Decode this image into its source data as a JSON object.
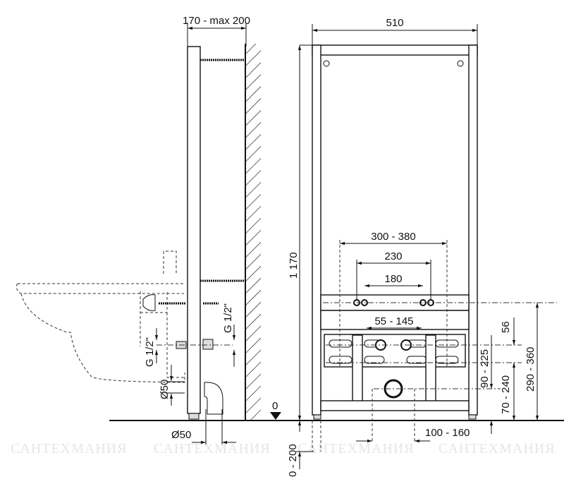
{
  "watermark": "САНТЕХМАНИЯ",
  "side_view": {
    "depth_label": "170 - max 200",
    "thread_upper": "G 1/2\"",
    "thread_lower": "G 1/2\"",
    "drain_vertical": "Ø50",
    "drain_horizontal": "Ø50",
    "floor_level": "0"
  },
  "front_view": {
    "width": "510",
    "height": "1 170",
    "bolt_spacing_outer": "300 - 380",
    "bolt_spacing_mid": "230",
    "bolt_spacing_inner": "180",
    "supply_spacing": "55 - 145",
    "dim_56": "56",
    "dim_supply_height": "90 - 225",
    "dim_drain_height": "70 - 240",
    "dim_bolt_height": "290 - 360",
    "drain_offset": "100 - 160",
    "leg_adjust": "0 - 200"
  }
}
